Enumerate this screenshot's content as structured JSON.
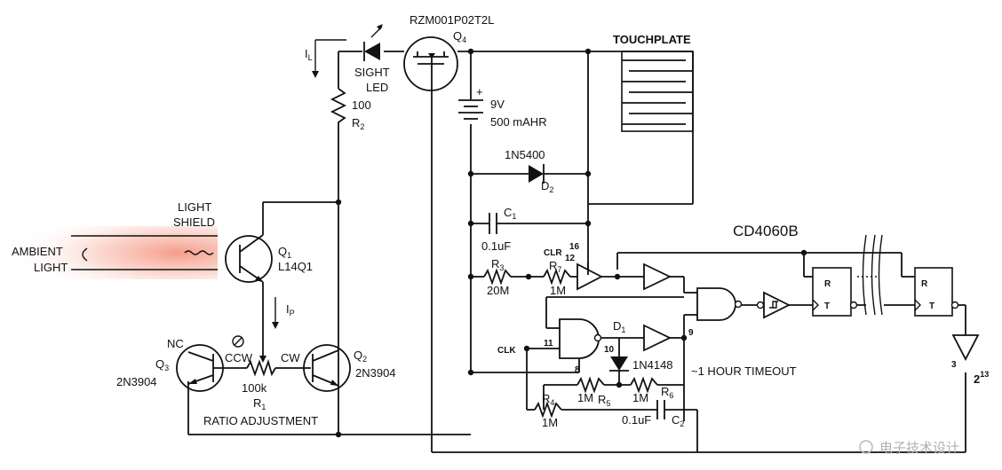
{
  "labels": {
    "q4_part": "RZM001P02T2L",
    "q4_ref": "Q",
    "q4_sub": "4",
    "touchplate": "TOUCHPLATE",
    "il": "I",
    "il_sub": "L",
    "sight": "SIGHT",
    "led": "LED",
    "r2_val": "100",
    "r2_ref": "R",
    "r2_sub": "2",
    "batt_plus": "+",
    "batt_v": "9V",
    "batt_cap": "500 mAHR",
    "d2_part": "1N5400",
    "d2_ref": "D",
    "d2_sub": "2",
    "c1_ref": "C",
    "c1_sub": "1",
    "c1_val": "0.1uF",
    "r3_ref": "R",
    "r3_sub": "3",
    "r3_val": "20M",
    "clr": "CLR",
    "pin12": "12",
    "pin16": "16",
    "r7_ref": "R",
    "r7_sub": "7",
    "r7_val": "1M",
    "ic": "CD4060B",
    "light": "LIGHT",
    "shield": "SHIELD",
    "ambient": "AMBIENT",
    "ambient2": "LIGHT",
    "q1_ref": "Q",
    "q1_sub": "1",
    "q1_part": "L14Q1",
    "ip": "I",
    "ip_sub": "P",
    "nc": "NC",
    "ccw": "CCW",
    "cw": "CW",
    "q3_ref": "Q",
    "q3_sub": "3",
    "q3_part": "2N3904",
    "q2_ref": "Q",
    "q2_sub": "2",
    "q2_part": "2N3904",
    "r1_val": "100k",
    "r1_ref": "R",
    "r1_sub": "1",
    "ratio": "RATIO ADJUSTMENT",
    "clk": "CLK",
    "pin11": "11",
    "pin8": "8",
    "pin9": "9",
    "pin10": "10",
    "d1_ref": "D",
    "d1_sub": "1",
    "d1_part": "1N4148",
    "timeout": "~1 HOUR TIMEOUT",
    "r4_ref": "R",
    "r4_sub": "4",
    "r4_val": "1M",
    "r5_ref": "R",
    "r5_sub": "5",
    "r5_val": "1M",
    "r6_ref": "R",
    "r6_sub": "6",
    "r6_val": "1M",
    "c2_ref": "C",
    "c2_sub": "2",
    "c2_val": "0.1uF",
    "ff_r1": "R",
    "ff_t1": "T",
    "ff_r2": "R",
    "ff_t2": "T",
    "pin3": "3",
    "pow": "2",
    "pow_exp": "13",
    "watermark": "电子技术设计"
  }
}
